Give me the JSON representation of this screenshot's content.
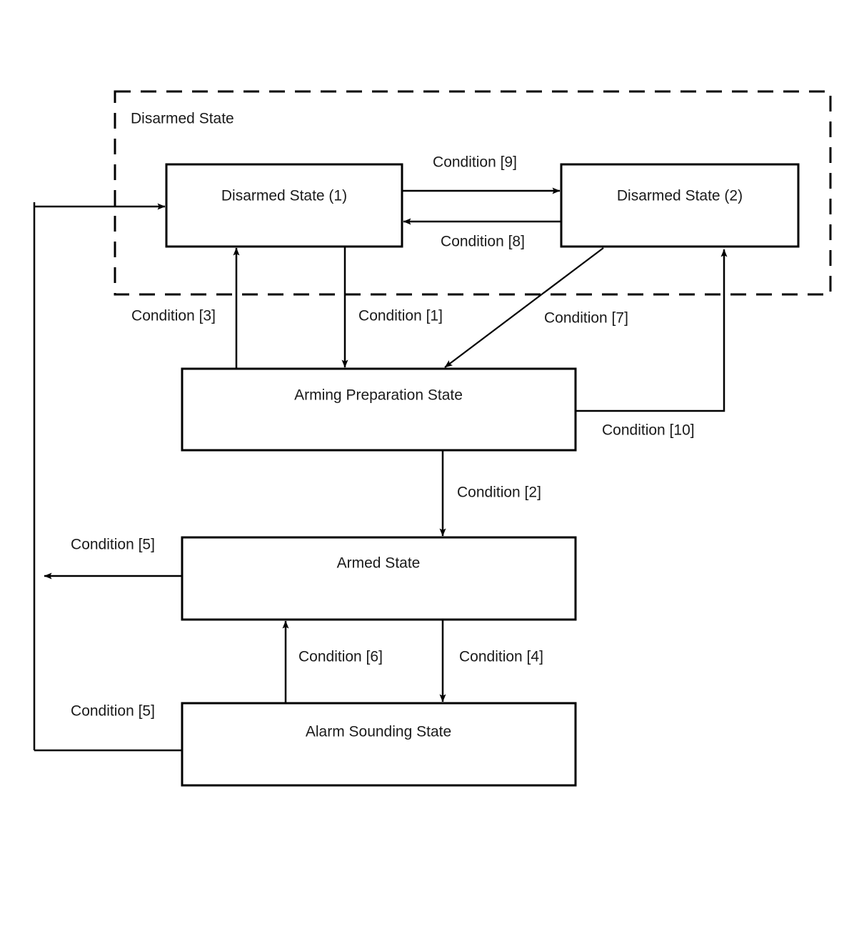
{
  "diagram": {
    "type": "state-transition-diagram",
    "title_group": "Disarmed State",
    "background_color": "#ffffff",
    "line_color": "#000000",
    "text_color": "#1a1a1a",
    "states": [
      {
        "id": "disarmed1",
        "label": "Disarmed State (1)"
      },
      {
        "id": "disarmed2",
        "label": "Disarmed State (2)"
      },
      {
        "id": "arming_prep",
        "label": "Arming Preparation State"
      },
      {
        "id": "armed",
        "label": "Armed State"
      },
      {
        "id": "alarm",
        "label": "Alarm Sounding State"
      }
    ],
    "transitions": [
      {
        "id": "t9",
        "label": "Condition [9]",
        "from": "disarmed1",
        "to": "disarmed2"
      },
      {
        "id": "t8",
        "label": "Condition [8]",
        "from": "disarmed2",
        "to": "disarmed1"
      },
      {
        "id": "t3",
        "label": "Condition [3]",
        "from": "arming_prep",
        "to": "disarmed1"
      },
      {
        "id": "t1",
        "label": "Condition [1]",
        "from": "disarmed1",
        "to": "arming_prep"
      },
      {
        "id": "t7",
        "label": "Condition [7]",
        "from": "disarmed2",
        "to": "arming_prep"
      },
      {
        "id": "t10",
        "label": "Condition [10]",
        "from": "arming_prep",
        "to": "disarmed2"
      },
      {
        "id": "t2",
        "label": "Condition [2]",
        "from": "arming_prep",
        "to": "armed"
      },
      {
        "id": "t5a",
        "label": "Condition [5]",
        "from": "armed",
        "to": "disarmed1"
      },
      {
        "id": "t4",
        "label": "Condition [4]",
        "from": "armed",
        "to": "alarm"
      },
      {
        "id": "t6",
        "label": "Condition [6]",
        "from": "alarm",
        "to": "armed"
      },
      {
        "id": "t5b",
        "label": "Condition [5]",
        "from": "alarm",
        "to": "disarmed1"
      }
    ]
  }
}
